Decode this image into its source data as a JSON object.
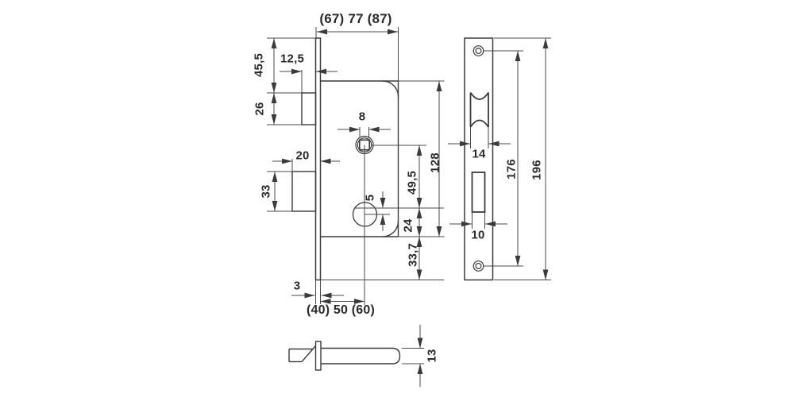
{
  "drawing": {
    "type": "technical-dimension-drawing",
    "subject": "mortise lock case with faceplate and latch bolt, three orthographic views",
    "units": "mm",
    "colors": {
      "background": "#ffffff",
      "line": "#4a4a4a",
      "outline": "#3a3a3a",
      "text": "#2b2b2b"
    }
  },
  "labels": {
    "case_depth": "(67) 77 (87)",
    "latch_protrusion": "12,5",
    "top_to_latch": "45,5",
    "latch_height": "26",
    "spindle_square": "8",
    "deadbolt_throw": "20",
    "deadbolt_height": "33",
    "cylinder_offset": "5",
    "spindle_to_ref": "49,5",
    "ref_to_bottom": "24",
    "case_height": "128",
    "bottom_margin": "33,7",
    "faceplate_thickness": "3",
    "backset": "(40) 50 (60)",
    "latch_cutout_width": "14",
    "deadbolt_cutout_width": "10",
    "screw_hole_distance": "176",
    "faceplate_length": "196",
    "latch_bolt_thickness": "13"
  }
}
